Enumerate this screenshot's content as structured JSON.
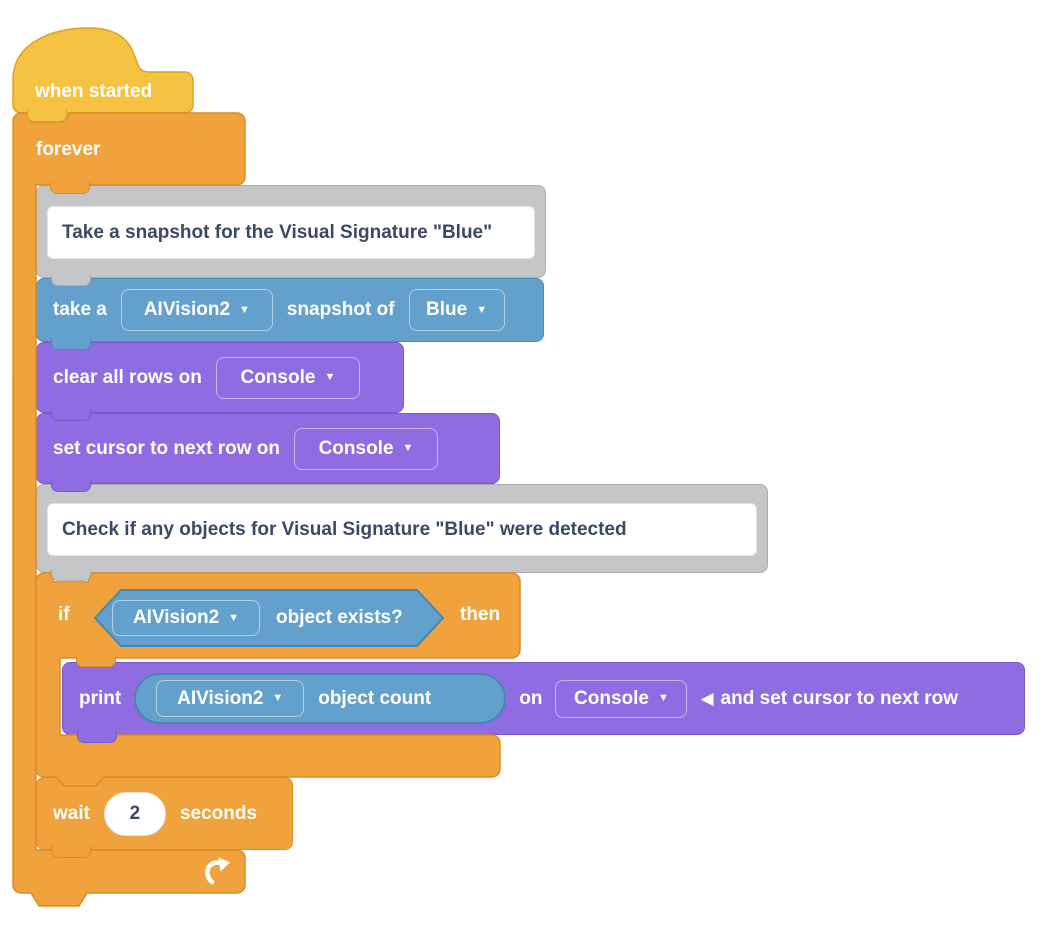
{
  "app": "blocks-canvas",
  "colors": {
    "event_yellow": "#F5C242",
    "control_orange": "#F0A33C",
    "sensing_blue": "#63A1CC",
    "console_purple": "#8F6CE2",
    "comment_gray": "#C5C6C7",
    "comment_text": "#3B4A63"
  },
  "icons": {
    "caret": "▼",
    "collapse": "◀",
    "loop_arrow": "curved-up-arrow"
  },
  "script": {
    "hat": {
      "label": "when started"
    },
    "forever": {
      "label": "forever"
    },
    "comment1": {
      "text": "Take a snapshot for the Visual Signature \"Blue\""
    },
    "take_snapshot": {
      "prefix": "take a",
      "device_dropdown": "AIVision2",
      "middle": "snapshot of",
      "signature_dropdown": "Blue"
    },
    "clear_rows": {
      "prefix": "clear all rows on",
      "target_dropdown": "Console"
    },
    "set_cursor": {
      "prefix": "set cursor to next row on",
      "target_dropdown": "Console"
    },
    "comment2": {
      "text": "Check if any objects for Visual Signature \"Blue\" were detected"
    },
    "if_block": {
      "prefix": "if",
      "suffix": "then",
      "condition": {
        "device_dropdown": "AIVision2",
        "label": "object exists?"
      }
    },
    "print_block": {
      "prefix": "print",
      "reporter": {
        "device_dropdown": "AIVision2",
        "label": "object count"
      },
      "on_label": "on",
      "target_dropdown": "Console",
      "expanded_suffix": "and set cursor to next row"
    },
    "wait_block": {
      "prefix": "wait",
      "value": "2",
      "suffix": "seconds"
    }
  }
}
